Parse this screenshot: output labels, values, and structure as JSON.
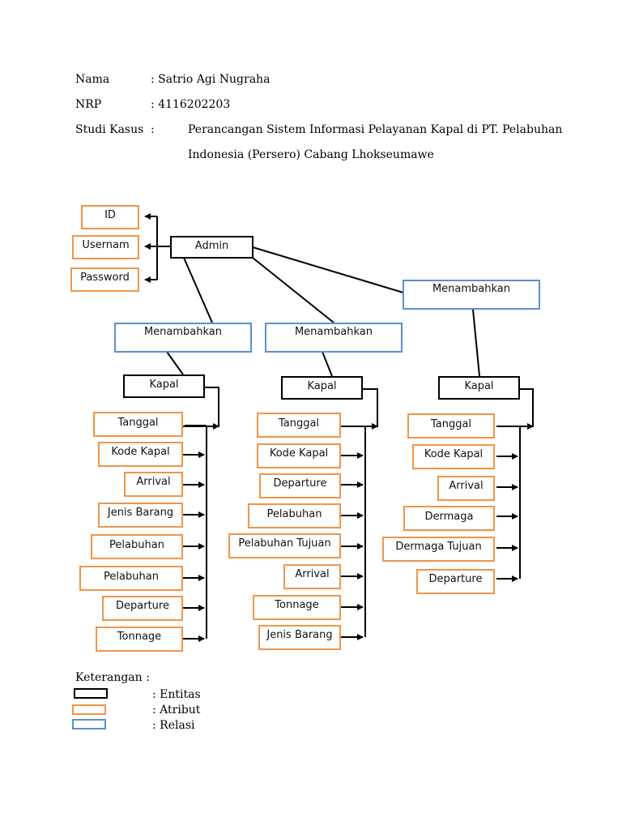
{
  "header": {
    "nama_label": "Nama",
    "nama_value": ": Satrio Agi Nugraha",
    "nrp_label": "NRP",
    "nrp_value": ": 4116202203",
    "studi_label": "Studi Kasus",
    "studi_colon": ":",
    "studi_line1": "Perancangan Sistem Informasi Pelayanan Kapal di PT. Pelabuhan",
    "studi_line2": "Indonesia (Persero) Cabang Lhokseumawe"
  },
  "diagram": {
    "admin": {
      "label": "Admin",
      "attributes": [
        "ID",
        "Usernam",
        "Password"
      ]
    },
    "relations": [
      "Menambahkan",
      "Menambahkan",
      "Menambahkan"
    ],
    "entities": [
      {
        "label": "Kapal",
        "attributes": [
          "Tanggal",
          "Kode Kapal",
          "Arrival",
          "Jenis Barang",
          "Pelabuhan",
          "Pelabuhan",
          "Departure",
          "Tonnage"
        ]
      },
      {
        "label": "Kapal",
        "attributes": [
          "Tanggal",
          "Kode Kapal",
          "Departure",
          "Pelabuhan",
          "Pelabuhan Tujuan",
          "Arrival",
          "Tonnage",
          "Jenis Barang"
        ]
      },
      {
        "label": "Kapal",
        "attributes": [
          "Tanggal",
          "Kode Kapal",
          "Arrival",
          "Dermaga",
          "Dermaga Tujuan",
          "Departure"
        ]
      }
    ]
  },
  "legend": {
    "title": "Keterangan :",
    "entitas": ": Entitas",
    "atribut": ": Atribut",
    "relasi": ": Relasi",
    "colors": {
      "entity": "#000000",
      "attribute": "#f0954a",
      "relation": "#5b8fd4"
    }
  }
}
